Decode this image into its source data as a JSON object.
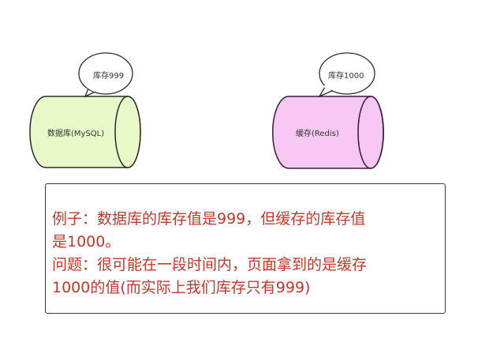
{
  "database": {
    "label": "数据库(MySQL)",
    "bubble": "库存999",
    "fill": "#e8f8c8",
    "stroke": "#2a2a2a"
  },
  "cache": {
    "label": "缓存(Redis)",
    "bubble": "库存1000",
    "fill": "#f8c8f4",
    "stroke": "#3a1a3a"
  },
  "note": {
    "lines": [
      "例子：数据库的库存值是999，但缓存的库存值",
      "是1000。",
      "问题：很可能在一段时间内，页面拿到的是缓存",
      "1000的值(而实际上我们库存只有999)"
    ],
    "text_color": "#c0392b"
  }
}
